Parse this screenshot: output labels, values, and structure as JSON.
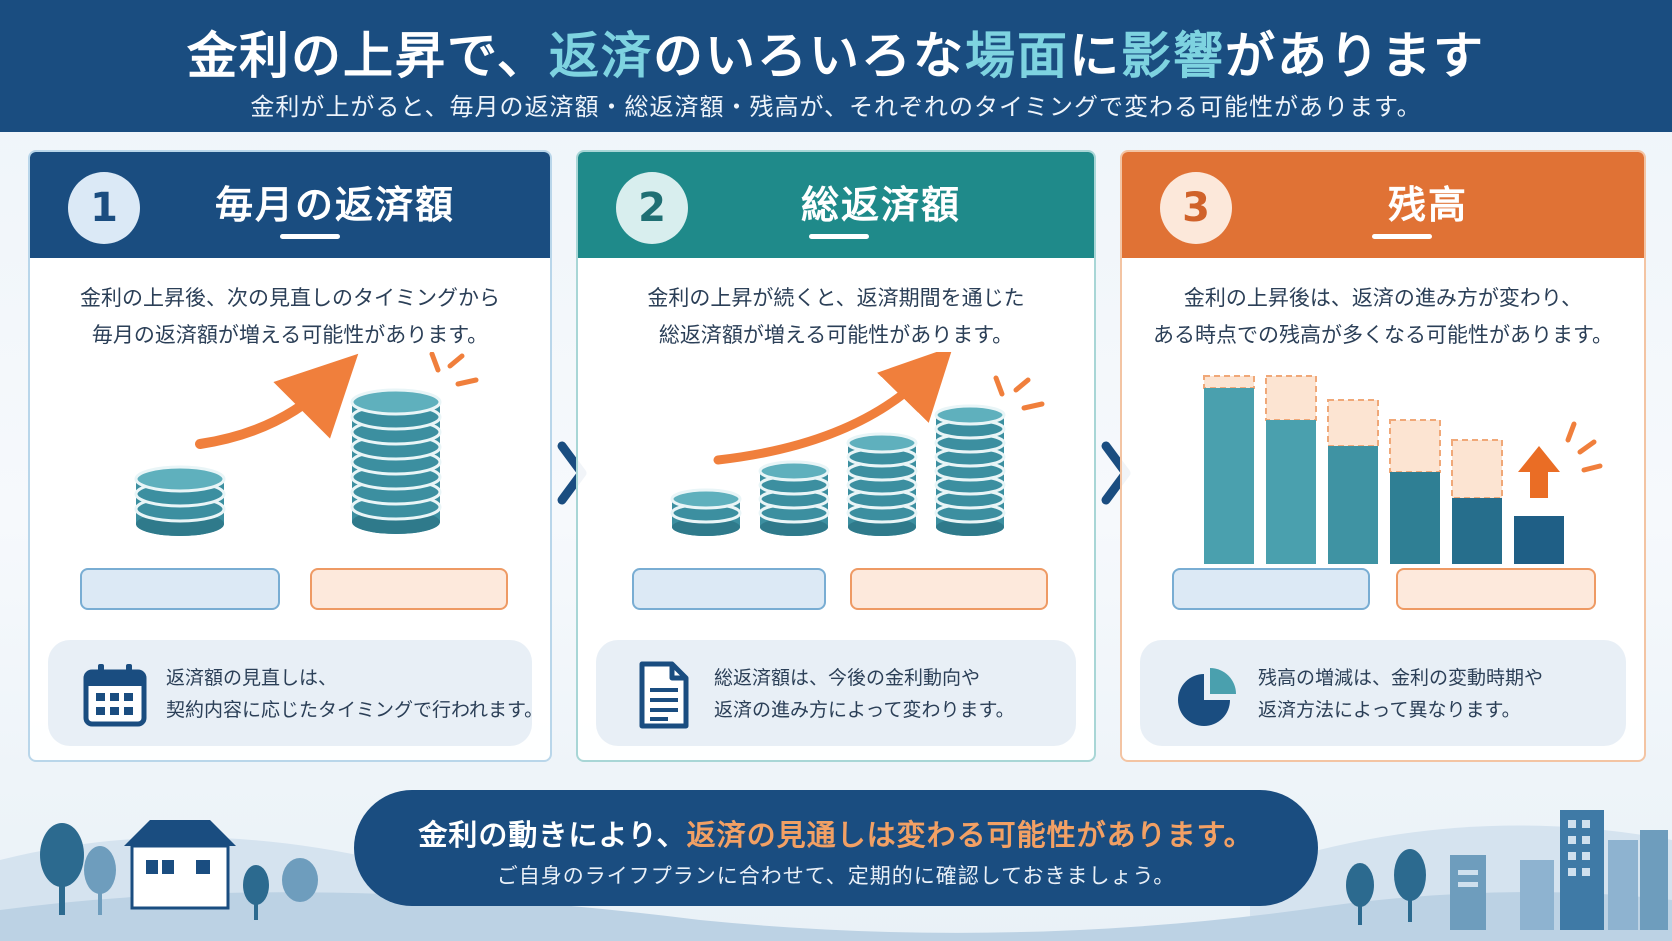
{
  "header": {
    "title_parts": {
      "a": "金利の上昇で、",
      "b": "返済",
      "c": "のいろいろな",
      "d": "場面",
      "e": "に",
      "f": "影響",
      "g": "があります"
    },
    "subtitle": "金利が上がると、毎月の返済額・総返済額・残高が、それぞれのタイミングで変わる可能性があります。"
  },
  "cards": [
    {
      "number": "1",
      "title": "毎月の返済額",
      "desc_lines": [
        "金利の上昇後、次の見直しのタイミングから",
        "毎月の返済額が増える可能性があります。"
      ],
      "note_lines": [
        "返済額の見直しは、",
        "契約内容に応じたタイミングで行われます。"
      ],
      "note_icon": "calendar-icon"
    },
    {
      "number": "2",
      "title": "総返済額",
      "desc_lines": [
        "金利の上昇が続くと、返済期間を通じた",
        "総返済額が増える可能性があります。"
      ],
      "note_lines": [
        "総返済額は、今後の金利動向や",
        "返済の進み方によって変わります。"
      ],
      "note_icon": "document-icon"
    },
    {
      "number": "3",
      "title": "残高",
      "desc_lines": [
        "金利の上昇後は、返済の進み方が変わり、",
        "ある時点での残高が多くなる可能性があります。"
      ],
      "note_lines": [
        "残高の増減は、金利の変動時期や",
        "返済方法によって異なります。"
      ],
      "note_icon": "pie-chart-icon"
    }
  ],
  "colors": {
    "navy": "#1a4d80",
    "teal": "#1f8a8a",
    "orange": "#e07235",
    "light_blue": "#7ed3e0",
    "accent_orange": "#f2a064",
    "coin": "#3c8fa0",
    "arrow": "#f07f3c"
  },
  "bottom": {
    "main_a": "金利の動きにより、",
    "main_b": "返済の見通しは変わる可能性があります。",
    "sub": "ご自身のライフプランに合わせて、定期的に確認しておきましょう。"
  }
}
